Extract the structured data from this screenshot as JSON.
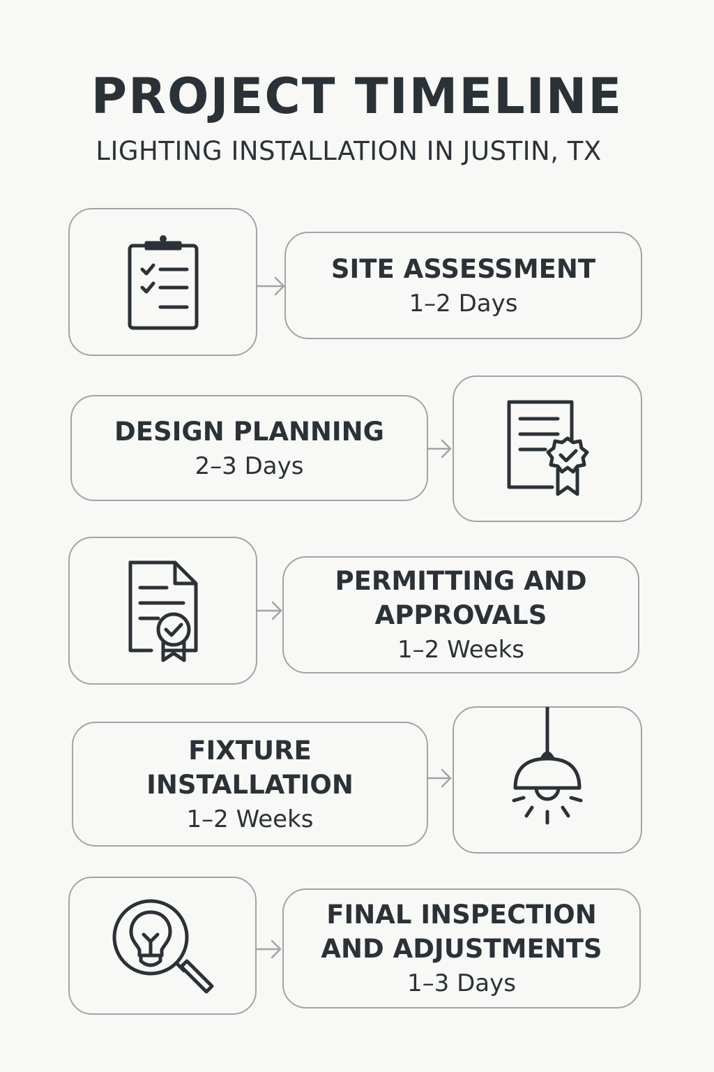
{
  "header": {
    "title": "PROJECT TIMELINE",
    "subtitle": "LIGHTING INSTALLATION IN JUSTIN, TX"
  },
  "steps": [
    {
      "title": "SITE ASSESSMENT",
      "duration": "1–2 Days",
      "icon": "clipboard-checklist-icon"
    },
    {
      "title": "DESIGN PLANNING",
      "duration": "2–3 Days",
      "icon": "document-certificate-icon"
    },
    {
      "title": "PERMITTING AND\nAPPROVALS",
      "duration": "1–2 Weeks",
      "icon": "permit-document-icon"
    },
    {
      "title": "FIXTURE\nINSTALLATION",
      "duration": "1–2 Weeks",
      "icon": "pendant-lamp-icon"
    },
    {
      "title": "FINAL INSPECTION\nAND ADJUSTMENTS",
      "duration": "1–3 Days",
      "icon": "bulb-magnifier-icon"
    }
  ],
  "colors": {
    "background": "#f8f8f6",
    "text": "#2b3237",
    "border": "#a3a3a3"
  }
}
